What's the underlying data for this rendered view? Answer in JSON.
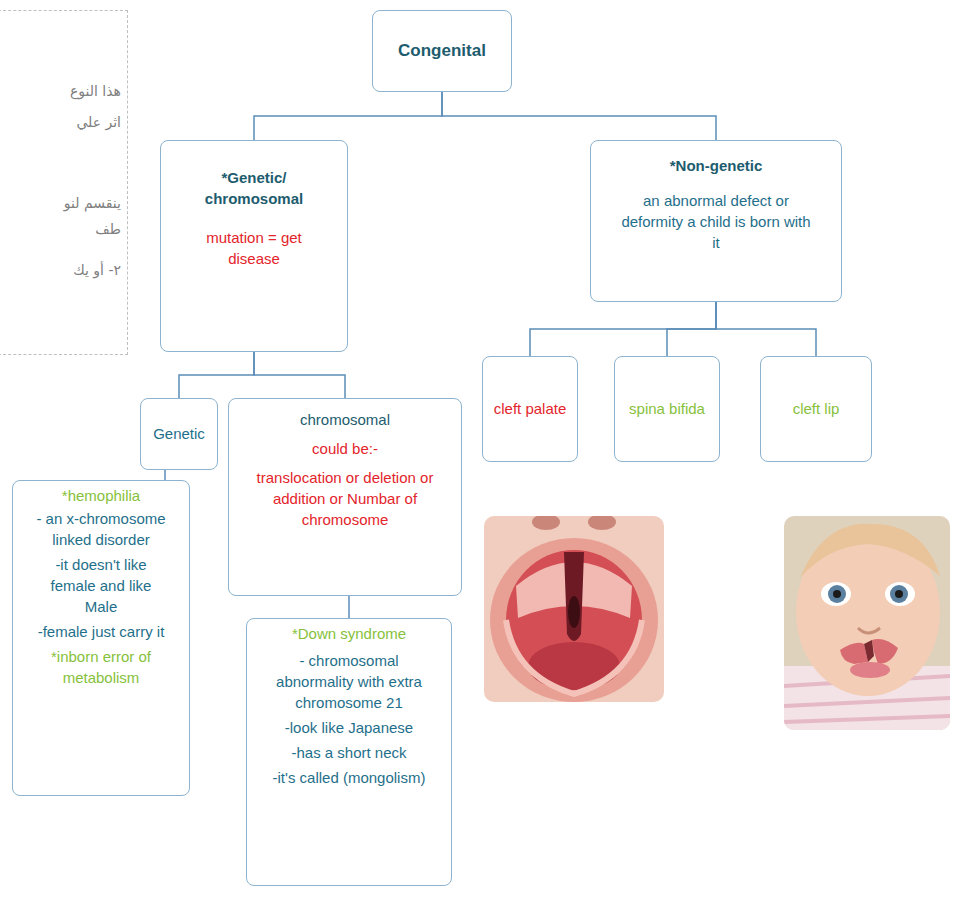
{
  "diagram": {
    "nodes": [
      {
        "text": [
          "هذا النوع",
          "اثر علي",
          "ينقسم لنو",
          "طف",
          "٢- أو يك"
        ]
      },
      {
        "text": [
          "Congenital"
        ]
      },
      {
        "text": [
          "*Genetic/ chromosomal",
          "mutation = get disease"
        ]
      },
      {
        "text": [
          "*Non-genetic",
          "an abnormal defect or deformity a child is born with it"
        ]
      },
      {
        "text": [
          "Genetic"
        ]
      },
      {
        "text": [
          "chromosomal",
          "could be:-",
          "translocation or deletion or addition or Numbar of chromosome"
        ]
      },
      {
        "text": [
          "cleft palate"
        ]
      },
      {
        "text": [
          "spina bifida"
        ]
      },
      {
        "text": [
          "cleft lip"
        ]
      },
      {
        "text": [
          "*hemophilia",
          "- an x-chromosome linked disorder",
          "-it doesn't like female and like Male",
          "-female just carry it",
          "*inborn error of metabolism"
        ]
      },
      {
        "text": [
          "*Down syndrome",
          "- chromosomal abnormality with extra chromosome 21",
          "-look like Japanese",
          "-has a short neck",
          "-it's called (mongolism)"
        ]
      }
    ],
    "edges": [
      {
        "from": 1,
        "to": 2,
        "arrow": "none"
      },
      {
        "from": 1,
        "to": 3,
        "arrow": "none"
      },
      {
        "from": 2,
        "to": 4,
        "arrow": "none"
      },
      {
        "from": 2,
        "to": 5,
        "arrow": "none"
      },
      {
        "from": 3,
        "to": 6,
        "arrow": "none"
      },
      {
        "from": 3,
        "to": 7,
        "arrow": "none"
      },
      {
        "from": 3,
        "to": 8,
        "arrow": "none"
      },
      {
        "from": 4,
        "to": 9,
        "arrow": "none"
      },
      {
        "from": 5,
        "to": 10,
        "arrow": "none"
      }
    ]
  }
}
